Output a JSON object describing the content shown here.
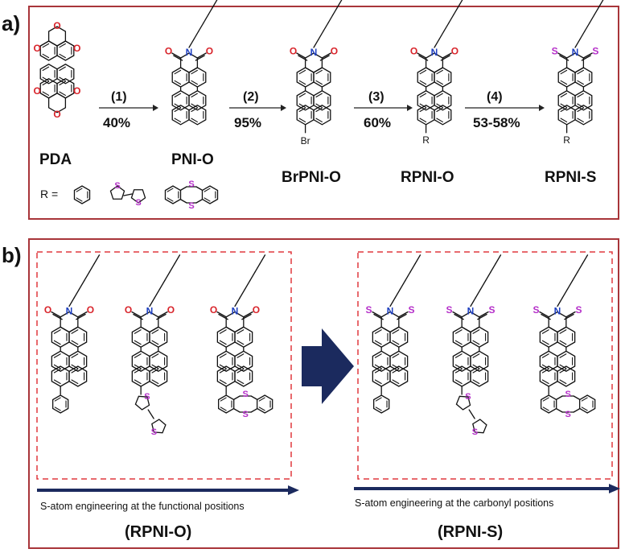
{
  "panel_a": {
    "tag": "a)",
    "compounds": [
      "PDA",
      "PNI-O",
      "BrPNI-O",
      "RPNI-O",
      "RPNI-S"
    ],
    "steps": [
      {
        "step": "(1)",
        "yield": "40%"
      },
      {
        "step": "(2)",
        "yield": "95%"
      },
      {
        "step": "(3)",
        "yield": "60%"
      },
      {
        "step": "(4)",
        "yield": "53-58%"
      }
    ],
    "r_label": "R =",
    "substituent_label": "R",
    "bromo_label": "Br"
  },
  "panel_b": {
    "tag": "b)",
    "left_caption": "S-atom engineering at the functional positions",
    "right_caption": "S-atom engineering at the carbonyl positions",
    "left_group": "(RPNI-O)",
    "right_group": "(RPNI-S)"
  },
  "atoms": {
    "oxygen": "O",
    "nitrogen": "N",
    "sulfur": "S"
  },
  "colors": {
    "frame": "#a8353a",
    "dashed": "#e0393f",
    "oxygen": "#d8232a",
    "nitrogen": "#1e3fbf",
    "sulfur": "#b52fc9",
    "arrow": "#1b2a5e"
  }
}
